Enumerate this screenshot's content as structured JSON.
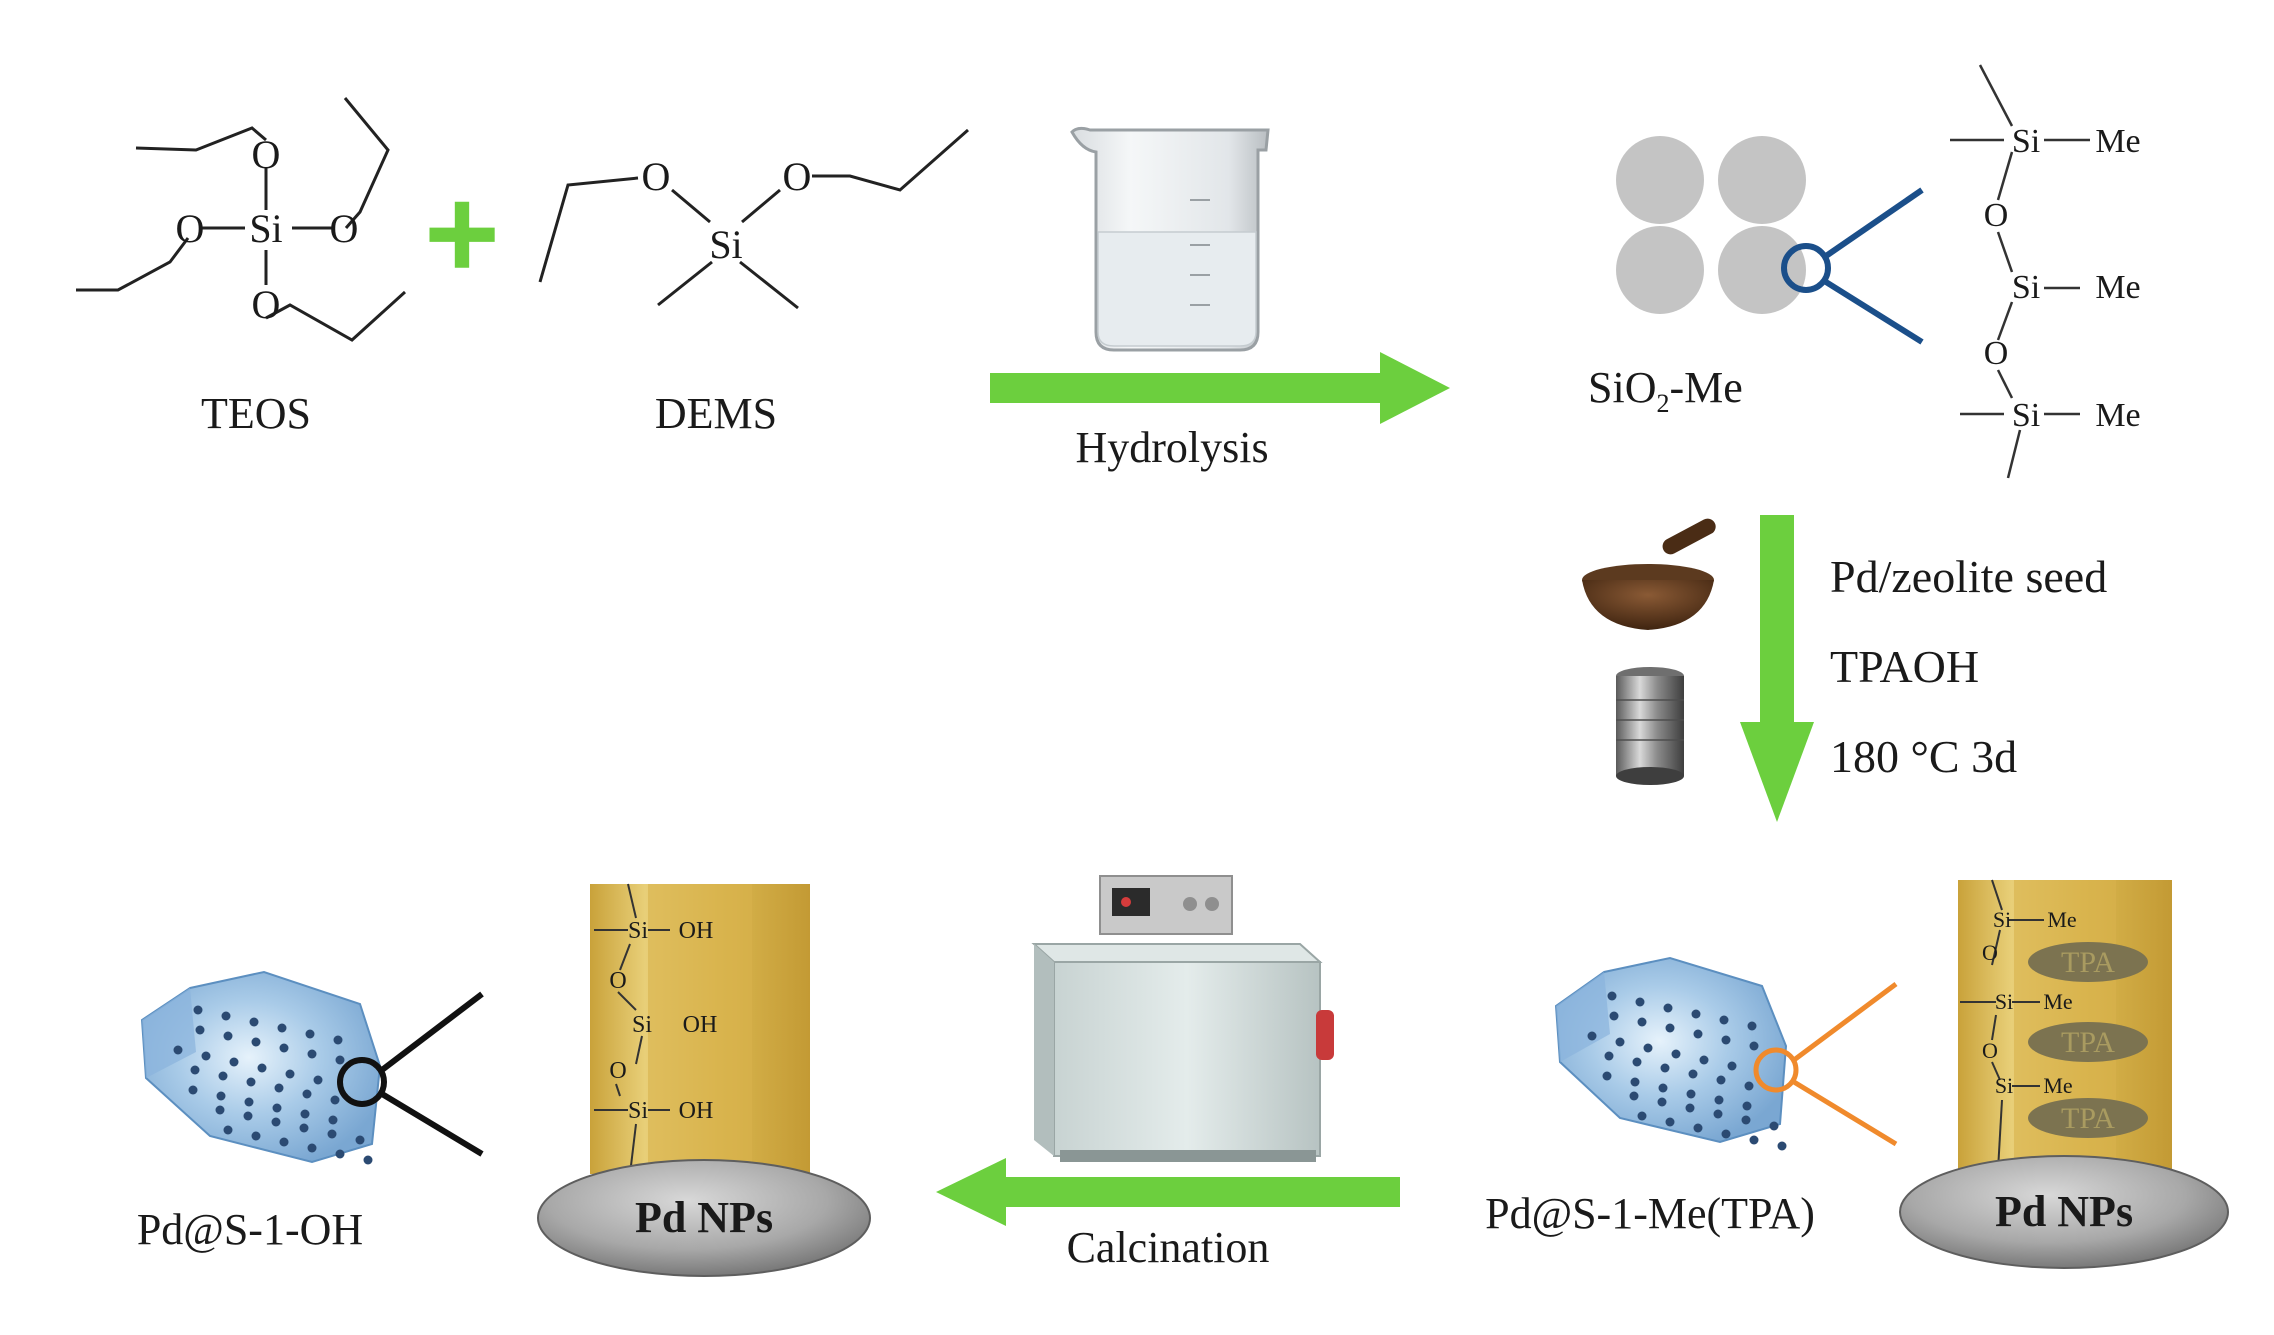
{
  "molecules": {
    "teos": {
      "label": "TEOS",
      "atoms": {
        "si": "Si",
        "o": "O"
      }
    },
    "plus": "+",
    "dems": {
      "label": "DEMS",
      "atoms": {
        "si": "Si",
        "o": "O"
      }
    }
  },
  "steps": {
    "hydrolysis": "Hydrolysis",
    "calcination": "Calcination",
    "crystallization": [
      "Pd/zeolite seed",
      "TPAOH",
      "180 °C  3d"
    ]
  },
  "sio2_me": {
    "label_main": "SiO",
    "label_sub": "2",
    "label_tail": "-Me",
    "chain": {
      "si": "Si",
      "o": "O",
      "me": "Me"
    }
  },
  "pd_s1_me": {
    "label": "Pd@S-1-Me(TPA)",
    "pore": {
      "si": "Si",
      "o": "O",
      "me": "Me",
      "tpa": "TPA",
      "np": "Pd NPs"
    }
  },
  "pd_s1_oh": {
    "label": "Pd@S-1-OH",
    "pore": {
      "si": "Si",
      "o": "O",
      "oh": "OH",
      "np": "Pd NPs"
    }
  },
  "colors": {
    "arrow": "#6ccf3e",
    "sphere": "#c4c4c4",
    "blue_zoom": "#1b4f8a",
    "orange_zoom": "#f08a2c",
    "pore": "#e0c463",
    "pore_edge": "#c9a23a",
    "np": "#a9a9a9",
    "tpa": "#7c7350"
  }
}
